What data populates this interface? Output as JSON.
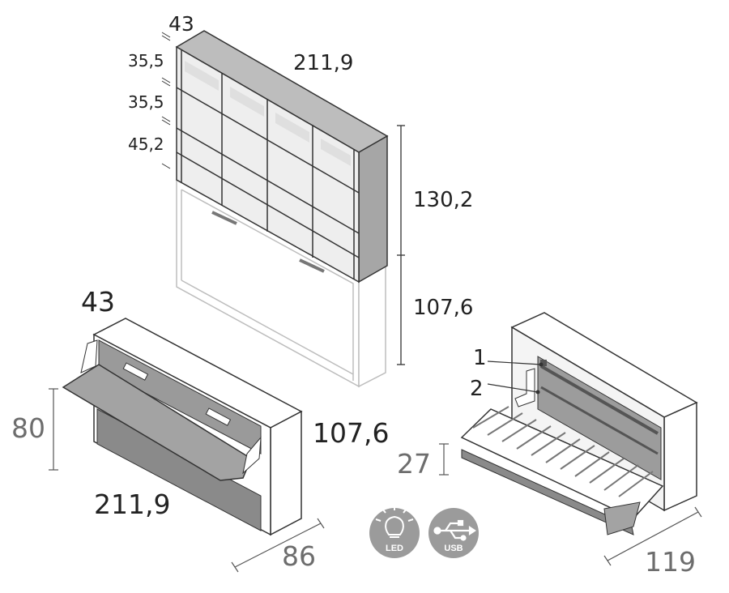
{
  "top_unit": {
    "depth": "43",
    "width": "211,9",
    "shelf_1": "35,5",
    "shelf_2": "35,5",
    "shelf_3": "45,2",
    "upper_height": "130,2",
    "lower_height": "107,6"
  },
  "bottom_left_unit": {
    "depth_top": "43",
    "height": "80",
    "length": "107,6",
    "width": "211,9",
    "depth_bottom": "86"
  },
  "bottom_right_unit": {
    "callout_1": "1",
    "callout_2": "2",
    "bed_height": "27",
    "depth": "119"
  },
  "features": {
    "led": {
      "icon": "lightbulb-icon",
      "label": "LED"
    },
    "usb": {
      "icon": "usb-icon",
      "label": "USB"
    }
  },
  "colors": {
    "panel_dark": "#8a8a8a",
    "panel_mid": "#c9c9c9",
    "outline": "#333333",
    "icon_bg": "#9b9b9b"
  }
}
